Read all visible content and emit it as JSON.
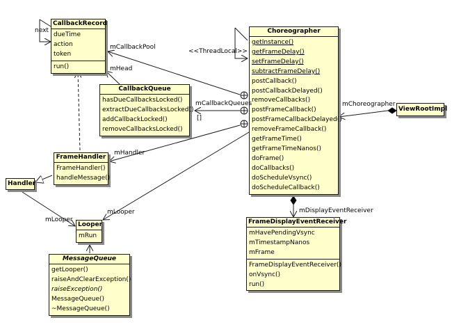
{
  "classes": {
    "callback_record": {
      "name": "CallbackRecord",
      "attributes": [
        "dueTime",
        "action",
        "token"
      ],
      "methods": [
        "run()"
      ]
    },
    "callback_queue": {
      "name": "CallbackQueue",
      "attributes": [],
      "methods": [
        "hasDueCallbacksLocked()",
        "extractDueCallbacksLocked()",
        "addCallbackLocked()",
        "removeCallbacksLocked()"
      ]
    },
    "choreographer": {
      "name": "Choreographer",
      "attributes": [],
      "methods": [
        "getInstance()",
        "getFrameDelay()",
        "setFrameDelay()",
        "subtractFrameDelay()",
        "postCallback()",
        "postCallbackDelayed()",
        "removeCallbacks()",
        "postFrameCallback()",
        "postFrameCallbackDelayed()",
        "removeFrameCallback()",
        "getFrameTime()",
        "getFrameTimeNanos()",
        "doFrame()",
        "doCallbacks()",
        "doScheduleVsync()",
        "doScheduleCallback()"
      ]
    },
    "view_root_impl": {
      "name": "ViewRootImpl",
      "attributes": [],
      "methods": []
    },
    "frame_handler": {
      "name": "FrameHandler",
      "attributes": [],
      "methods": [
        "FrameHandler()",
        "handleMessage()"
      ]
    },
    "handler": {
      "name": "Handler",
      "attributes": [],
      "methods": []
    },
    "looper": {
      "name": "Looper",
      "attributes": [
        "mRun"
      ],
      "methods": []
    },
    "message_queue": {
      "name": "MessageQueue",
      "attributes": [],
      "methods": [
        "getLooper()",
        "raiseAndClearException()",
        "raiseException()",
        "MessageQueue()",
        "~MessageQueue()"
      ]
    },
    "frame_display_event_receiver": {
      "name": "FrameDisplayEventReceiver",
      "attributes": [
        "mHavePendingVsync",
        "mTimestampNanos",
        "mFrame"
      ],
      "methods": [
        "FrameDisplayEventReceiver()",
        "onVsync()",
        "run()"
      ]
    }
  },
  "labels": {
    "next": "next",
    "m_callback_pool": "mCallbackPool",
    "m_head": "mHead",
    "thread_local": "<<ThreadLocal>>",
    "m_callback_queues": "mCallbackQueues",
    "multiplicity": "[]",
    "m_choreographer": "mChoreographer",
    "m_handler": "mHandler",
    "m_looper_1": "mLooper",
    "m_looper_2": "mLooper",
    "m_display_event_receiver": "mDisplayEventReceiver"
  },
  "colors": {
    "class_fill": "#ffffcc",
    "line": "#1a1a1a",
    "shadow": "#8a8a8a"
  }
}
